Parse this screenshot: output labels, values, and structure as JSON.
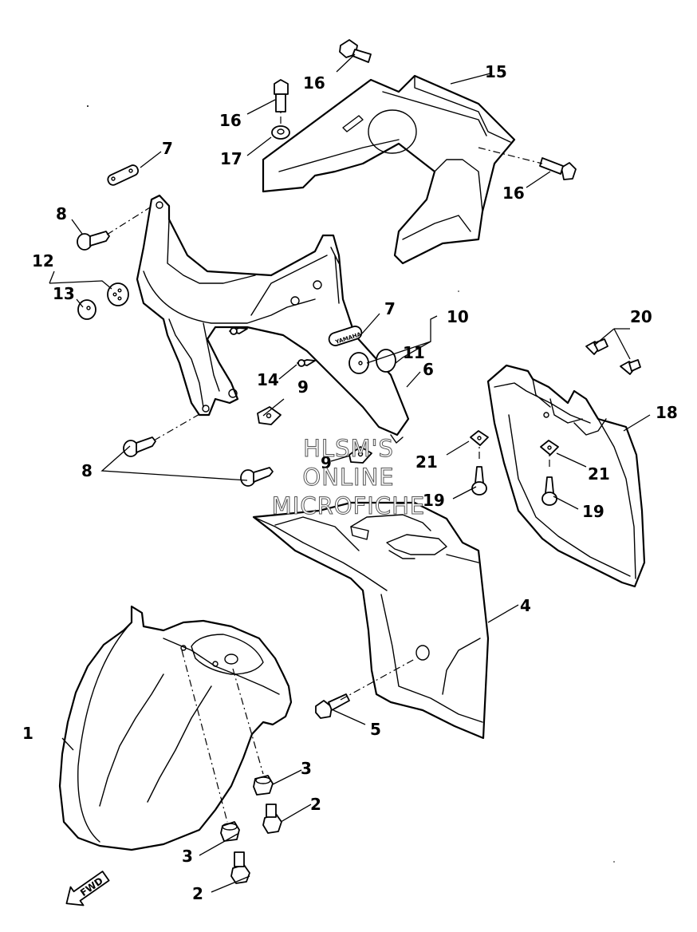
{
  "callouts": [
    {
      "id": "c1",
      "text": "1"
    },
    {
      "id": "c2a",
      "text": "2"
    },
    {
      "id": "c2b",
      "text": "2"
    },
    {
      "id": "c3a",
      "text": "3"
    },
    {
      "id": "c3b",
      "text": "3"
    },
    {
      "id": "c4",
      "text": "4"
    },
    {
      "id": "c5",
      "text": "5"
    },
    {
      "id": "c6",
      "text": "6"
    },
    {
      "id": "c7a",
      "text": "7"
    },
    {
      "id": "c7b",
      "text": "7"
    },
    {
      "id": "c8a",
      "text": "8"
    },
    {
      "id": "c8b",
      "text": "8"
    },
    {
      "id": "c9a",
      "text": "9"
    },
    {
      "id": "c9b",
      "text": "9"
    },
    {
      "id": "c10",
      "text": "10"
    },
    {
      "id": "c11",
      "text": "11"
    },
    {
      "id": "c12",
      "text": "12"
    },
    {
      "id": "c13",
      "text": "13"
    },
    {
      "id": "c14",
      "text": "14"
    },
    {
      "id": "c15",
      "text": "15"
    },
    {
      "id": "c16a",
      "text": "16"
    },
    {
      "id": "c16b",
      "text": "16"
    },
    {
      "id": "c16c",
      "text": "16"
    },
    {
      "id": "c17",
      "text": "17"
    },
    {
      "id": "c18",
      "text": "18"
    },
    {
      "id": "c19a",
      "text": "19"
    },
    {
      "id": "c19b",
      "text": "19"
    },
    {
      "id": "c20",
      "text": "20"
    },
    {
      "id": "c21a",
      "text": "21"
    },
    {
      "id": "c21b",
      "text": "21"
    }
  ],
  "watermark": {
    "line1": "HLSM'S",
    "line2": "ONLINE",
    "line3": "MICROFICHE"
  },
  "direction_arrow": {
    "label": "FWD",
    "icon": "fwd-arrow-icon"
  },
  "emblem_text": "YAMAHA"
}
